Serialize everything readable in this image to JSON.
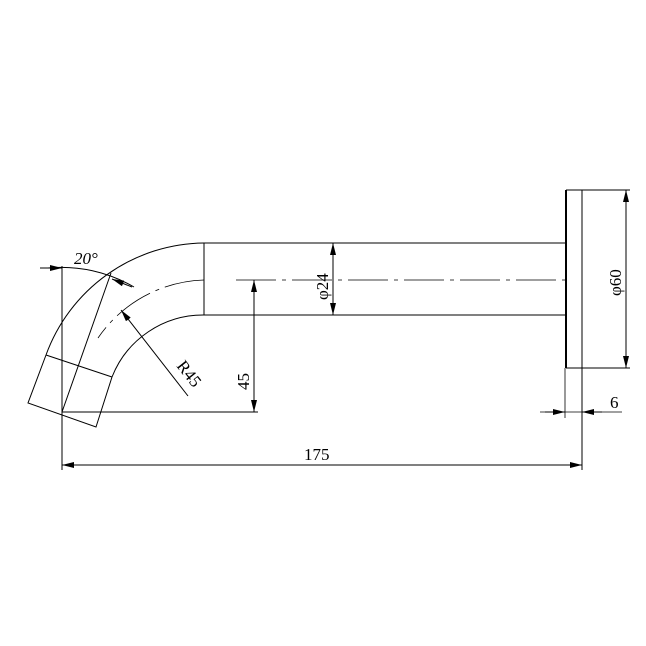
{
  "drawing": {
    "dimensions": {
      "angle": "20°",
      "radius": "R45",
      "offset": "45",
      "pipe_diameter": "φ24",
      "flange_diameter": "φ60",
      "flange_thickness": "6",
      "overall_length": "175"
    },
    "line_color": "#000000",
    "background": "#ffffff"
  }
}
